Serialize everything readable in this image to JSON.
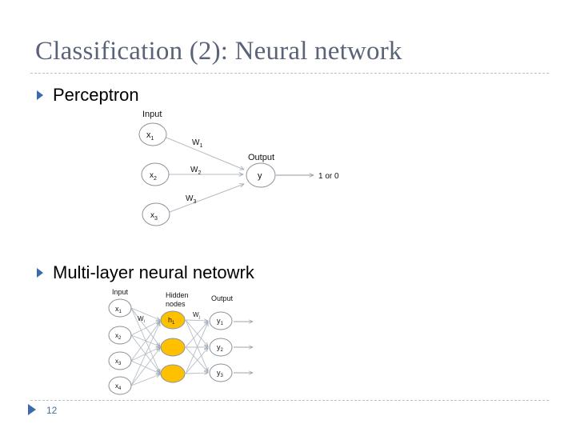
{
  "slide": {
    "title": "Classification (2): Neural network",
    "page_number": "12",
    "accent_color": "#3d6aa8",
    "title_color": "#5a6378"
  },
  "bullets": [
    {
      "text": "Perceptron"
    },
    {
      "text": "Multi-layer neural netowrk"
    }
  ],
  "perceptron": {
    "input_label": "Input",
    "output_label": "Output",
    "inputs": [
      {
        "base": "x",
        "sub": "1"
      },
      {
        "base": "x",
        "sub": "2"
      },
      {
        "base": "x",
        "sub": "3"
      }
    ],
    "weights": [
      {
        "base": "W",
        "sub": "1"
      },
      {
        "base": "W",
        "sub": "2"
      },
      {
        "base": "W",
        "sub": "3"
      }
    ],
    "output_node": "y",
    "result": "1 or 0"
  },
  "mlp": {
    "input_label": "Input",
    "hidden_label_line1": "Hidden",
    "hidden_label_line2": "nodes",
    "output_label": "Output",
    "weight_in": {
      "base": "W",
      "sub": "i"
    },
    "weight_out": {
      "base": "W",
      "sub": "j"
    },
    "inputs": [
      {
        "base": "x",
        "sub": "1"
      },
      {
        "base": "x",
        "sub": "2"
      },
      {
        "base": "x",
        "sub": "3"
      },
      {
        "base": "x",
        "sub": "4"
      }
    ],
    "hidden": [
      {
        "base": "h",
        "sub": "1"
      }
    ],
    "outputs": [
      {
        "base": "y",
        "sub": "1"
      },
      {
        "base": "y",
        "sub": "2"
      },
      {
        "base": "y",
        "sub": "3"
      }
    ],
    "hidden_fill": "#ffc000"
  }
}
